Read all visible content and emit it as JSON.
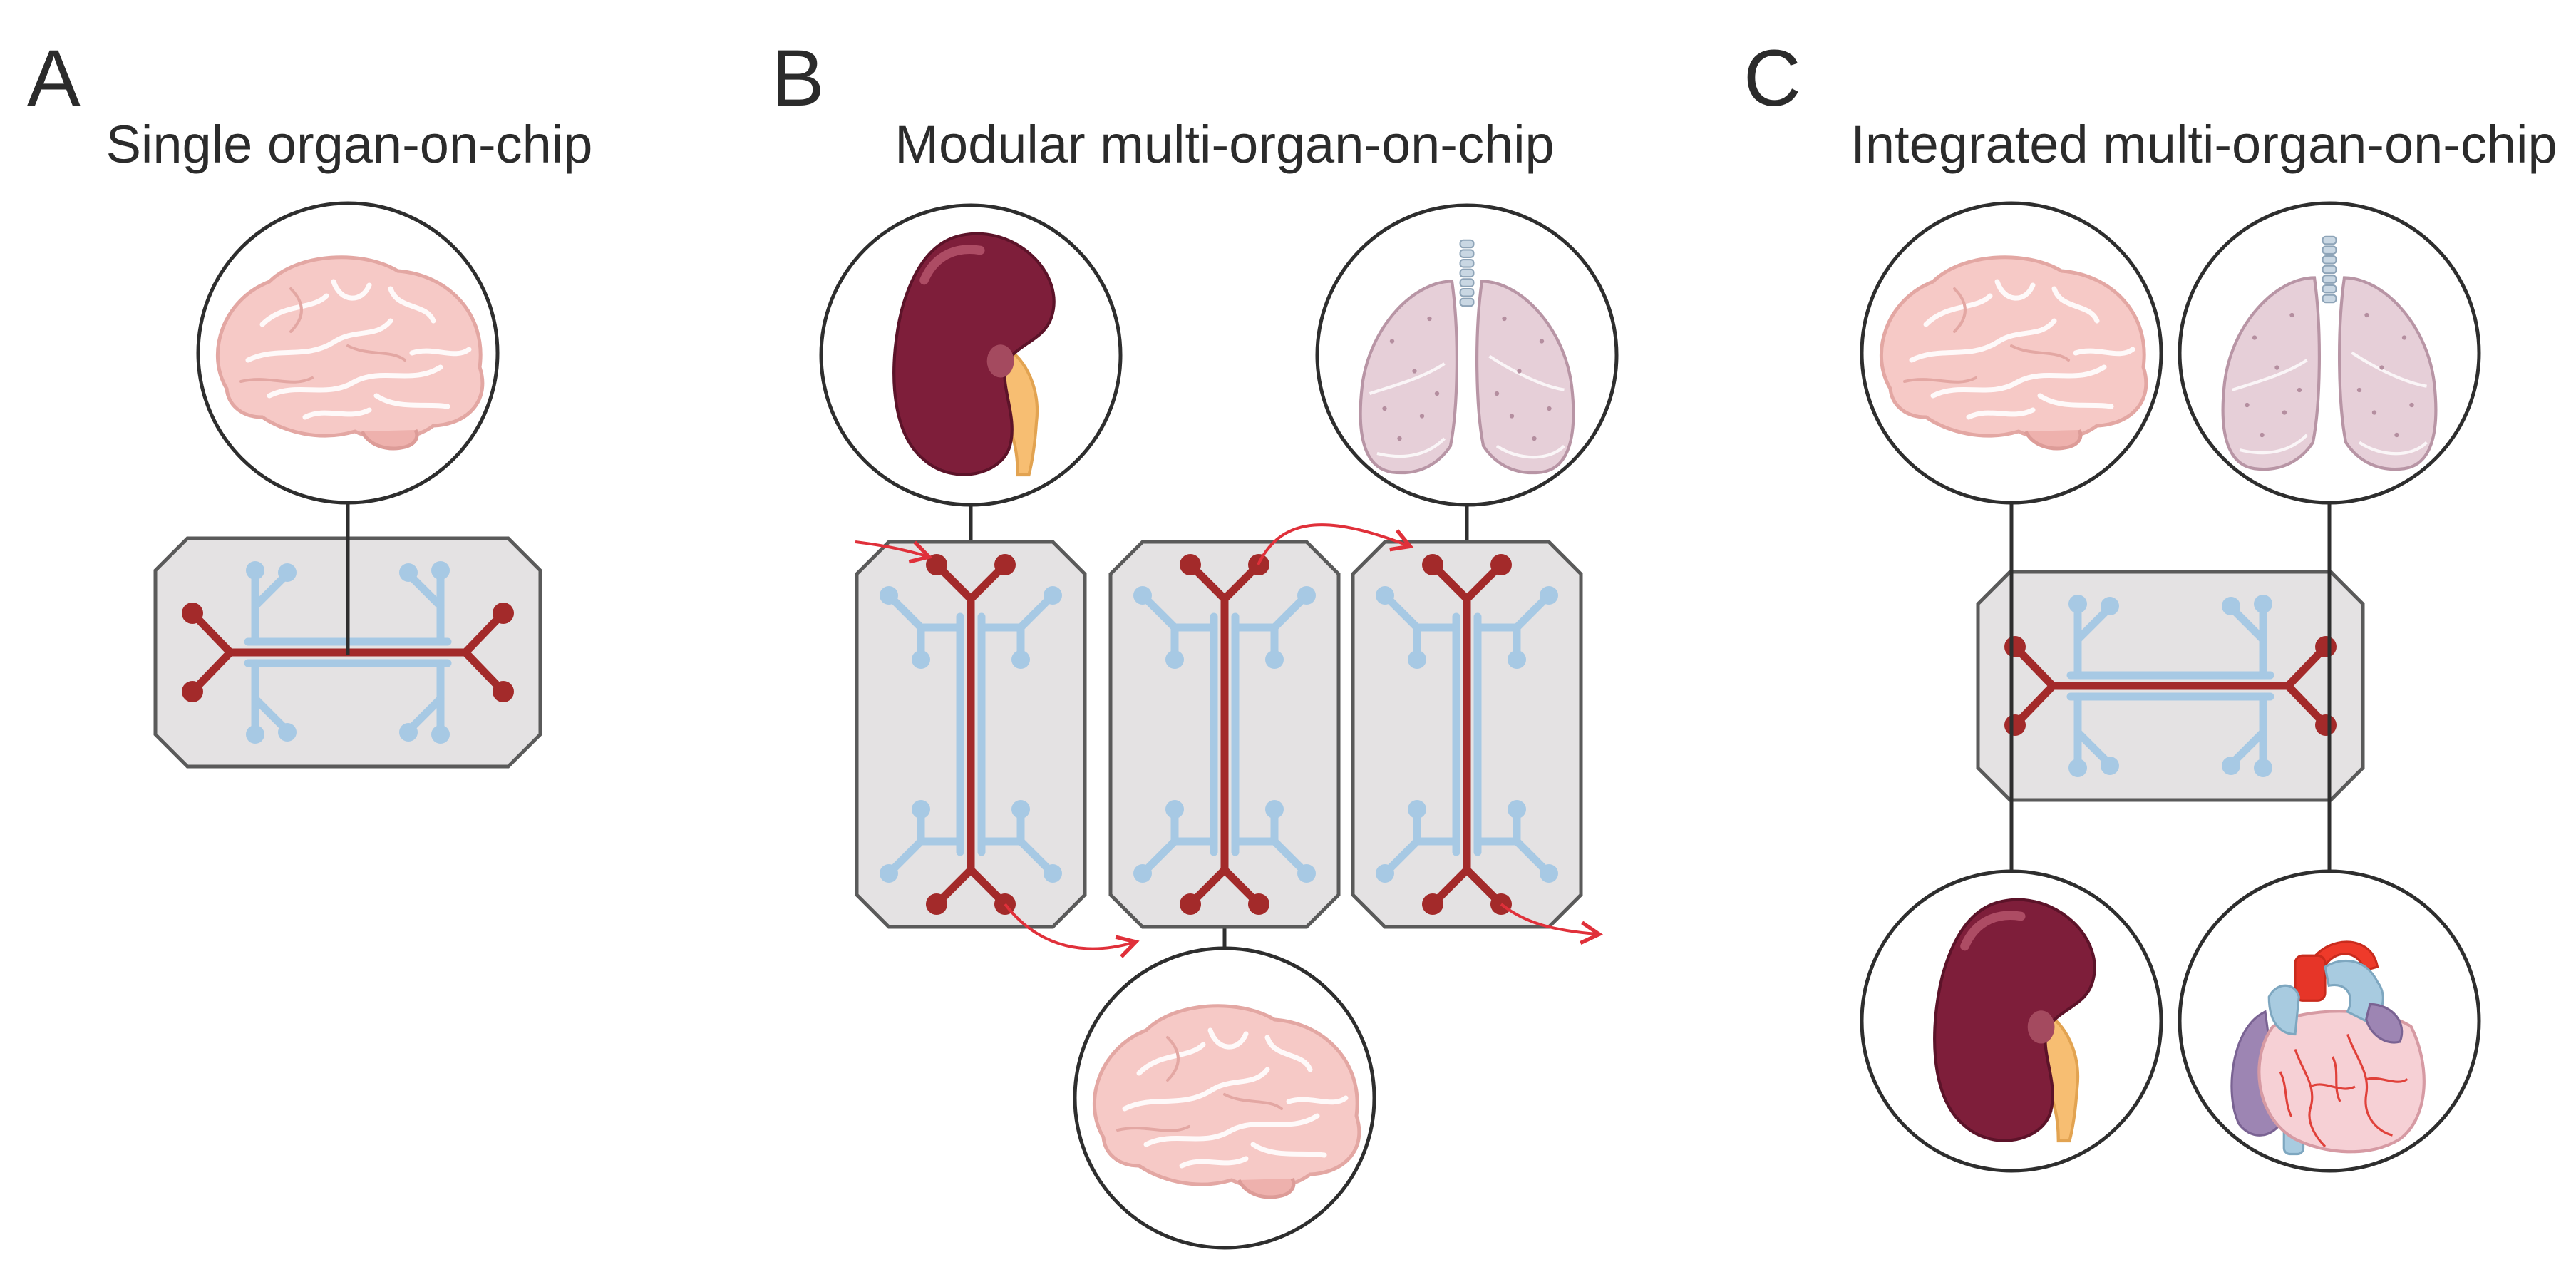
{
  "panels": [
    {
      "letter": "A",
      "title": "Single organ-on-chip"
    },
    {
      "letter": "B",
      "title": "Modular multi-organ-on-chip"
    },
    {
      "letter": "C",
      "title": "Integrated multi-organ-on-chip"
    }
  ],
  "colors": {
    "chip_fill": "#e4e2e3",
    "chip_stroke": "#5a5a5a",
    "vascular_channel": "#a32a2a",
    "tissue_channel": "#a7c9e4",
    "flow_arrow": "#e0303a",
    "outline": "#2e2e2e"
  },
  "icons": [
    "brain-icon",
    "kidney-icon",
    "lungs-icon",
    "heart-icon"
  ]
}
